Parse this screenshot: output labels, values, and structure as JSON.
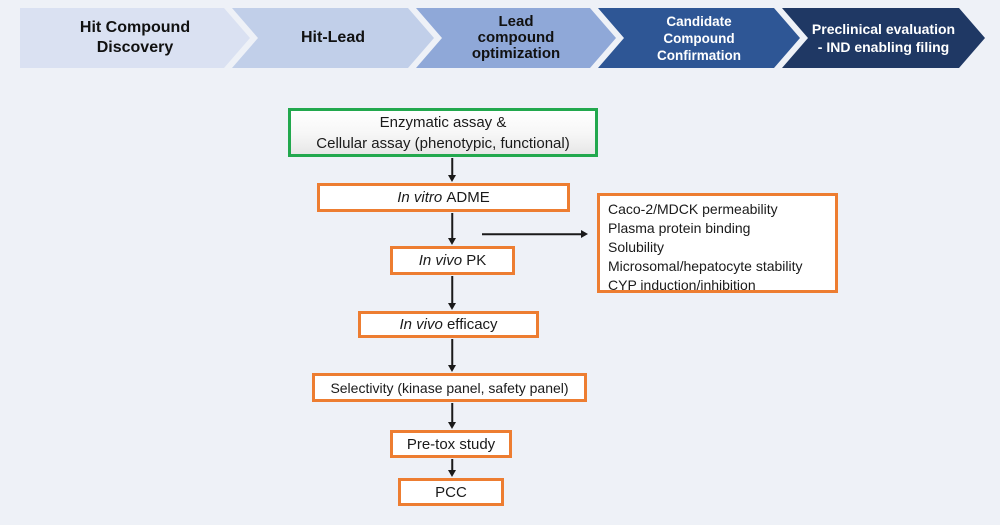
{
  "pipeline": {
    "stages": [
      {
        "label": "Hit Compound\nDiscovery",
        "bg": "#dae1f2",
        "text_color": "#111111"
      },
      {
        "label": "Hit-Lead",
        "bg": "#c1cfe9",
        "text_color": "#111111"
      },
      {
        "label": "Lead\ncompound\noptimization",
        "bg": "#8fa8d8",
        "text_color": "#111111"
      },
      {
        "label": "Candidate\nCompound\nConfirmation",
        "bg": "#2e5695",
        "text_color": "#ffffff"
      },
      {
        "label": "Preclinical evaluation\n- IND enabling filing",
        "bg": "#1f3864",
        "text_color": "#ffffff"
      }
    ]
  },
  "flowchart": {
    "boxes": [
      {
        "name": "enzymatic-cellular-assay",
        "label": "Enzymatic assay &\nCellular assay (phenotypic, functional)",
        "border_color": "#22a84e"
      },
      {
        "name": "in-vitro-adme",
        "italic": "In vitro",
        "rest": " ADME",
        "border_color": "#ed7d31"
      },
      {
        "name": "in-vivo-pk",
        "italic": "In vivo",
        "rest": " PK",
        "border_color": "#ed7d31"
      },
      {
        "name": "in-vivo-efficacy",
        "italic": "In vivo",
        "rest": " efficacy",
        "border_color": "#ed7d31"
      },
      {
        "name": "selectivity",
        "label": "Selectivity (kinase panel, safety panel)",
        "border_color": "#ed7d31"
      },
      {
        "name": "pre-tox-study",
        "label": "Pre-tox study",
        "border_color": "#ed7d31"
      },
      {
        "name": "pcc",
        "label": "PCC",
        "border_color": "#ed7d31"
      }
    ],
    "side_panel": {
      "label": "Caco-2/MDCK permeability\nPlasma protein binding\nSolubility\nMicrosomal/hepatocyte stability\nCYP induction/inhibition",
      "border_color": "#ed7d31"
    }
  },
  "colors": {
    "background": "#eef1f7",
    "arrow": "#1a1a1a",
    "orange_border": "#ed7d31",
    "green_border": "#22a84e"
  }
}
